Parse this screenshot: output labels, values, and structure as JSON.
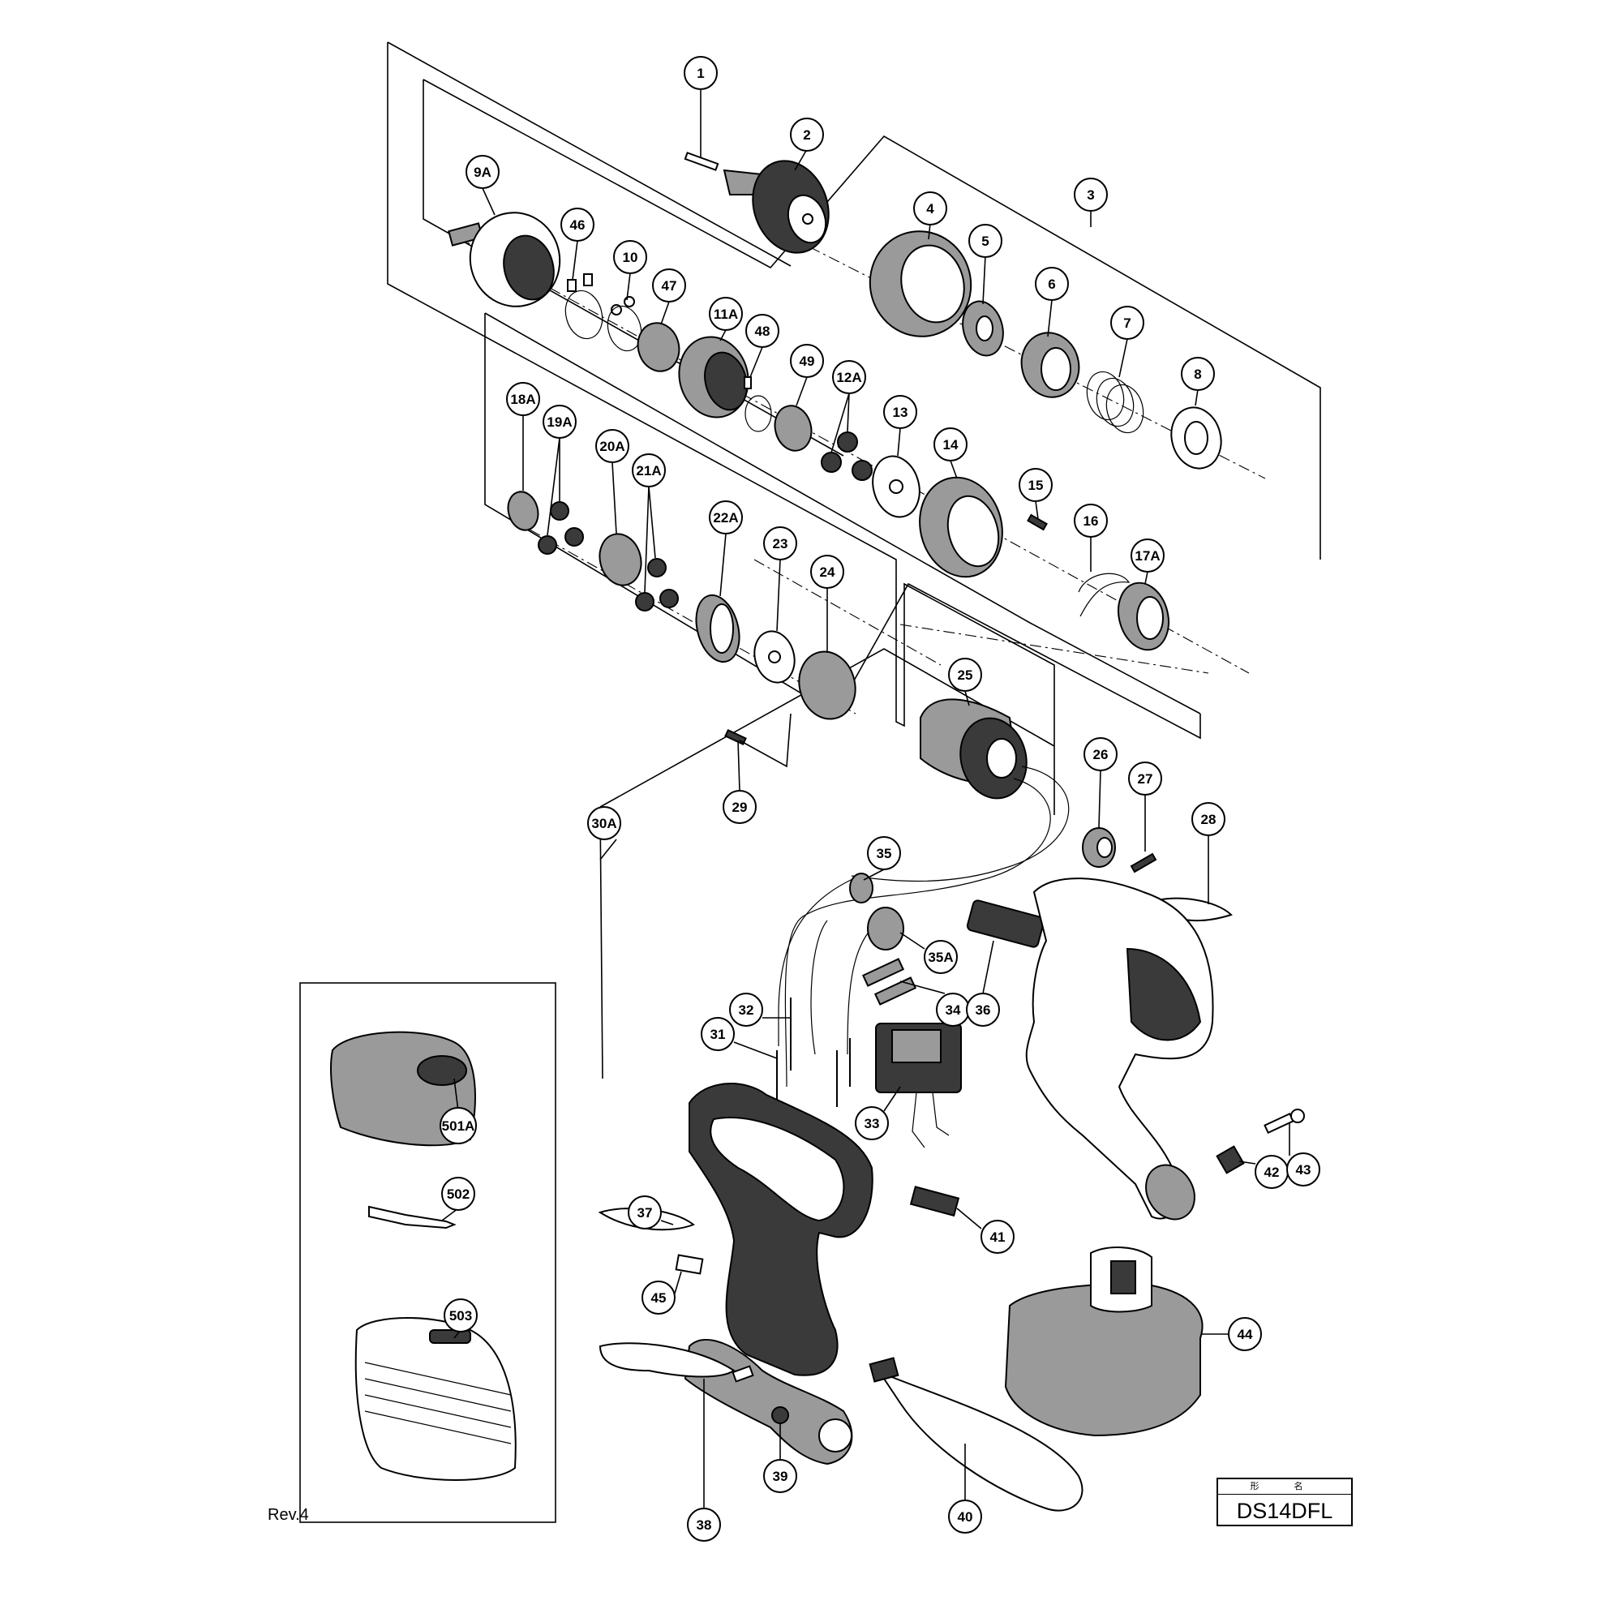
{
  "revision": "Rev.4",
  "model": {
    "header": "形 名",
    "name": "DS14DFL"
  },
  "callouts": [
    "1",
    "2",
    "3",
    "4",
    "5",
    "6",
    "7",
    "8",
    "9A",
    "10",
    "11A",
    "12A",
    "13",
    "14",
    "15",
    "16",
    "17A",
    "18A",
    "19A",
    "20A",
    "21A",
    "22A",
    "23",
    "24",
    "25",
    "26",
    "27",
    "28",
    "29",
    "30A",
    "31",
    "32",
    "33",
    "34",
    "35",
    "35A",
    "36",
    "37",
    "38",
    "39",
    "40",
    "41",
    "42",
    "43",
    "44",
    "45",
    "46",
    "47",
    "48",
    "49",
    "501A",
    "502",
    "503"
  ]
}
